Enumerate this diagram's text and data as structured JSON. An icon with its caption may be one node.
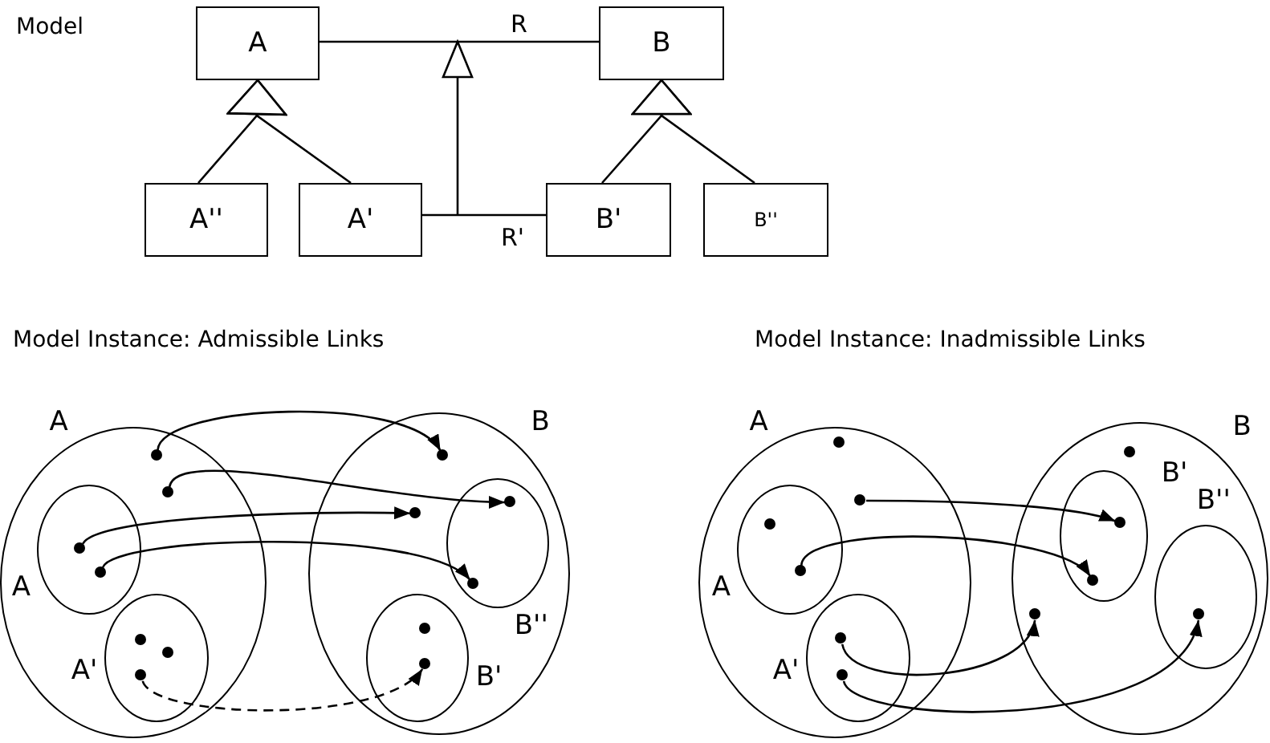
{
  "diagram": {
    "nodes": [
      {
        "text": [
          "A"
        ]
      },
      {
        "text": [
          "B"
        ]
      },
      {
        "text": [
          "A''"
        ]
      },
      {
        "text": [
          "A'"
        ]
      },
      {
        "text": [
          "B'"
        ]
      },
      {
        "text": [
          "B''"
        ]
      },
      {
        "text": [
          "A"
        ]
      },
      {
        "text": [
          "A"
        ],
        "in": 6
      },
      {
        "text": [
          "A'"
        ],
        "in": 6
      },
      {
        "text": [
          "B"
        ]
      },
      {
        "text": [
          "B''"
        ],
        "in": 9
      },
      {
        "text": [
          "B'"
        ],
        "in": 9
      },
      {
        "text": [],
        "shape": "circle",
        "in": 6
      },
      {
        "text": [],
        "shape": "circle",
        "in": 6
      },
      {
        "text": [],
        "shape": "circle",
        "in": 7
      },
      {
        "text": [],
        "shape": "circle",
        "in": 7
      },
      {
        "text": [],
        "shape": "circle",
        "in": 8
      },
      {
        "text": [],
        "shape": "circle",
        "in": 8
      },
      {
        "text": [],
        "shape": "circle",
        "in": 8
      },
      {
        "text": [],
        "shape": "circle",
        "in": 9
      },
      {
        "text": [],
        "shape": "circle",
        "in": 10
      },
      {
        "text": [],
        "shape": "circle",
        "in": 9
      },
      {
        "text": [],
        "shape": "circle",
        "in": 10
      },
      {
        "text": [],
        "shape": "circle",
        "in": 11
      },
      {
        "text": [],
        "shape": "circle",
        "in": 11
      },
      {
        "text": [
          "A"
        ]
      },
      {
        "text": [
          "A"
        ],
        "in": 25
      },
      {
        "text": [
          "A'"
        ],
        "in": 25
      },
      {
        "text": [
          "B"
        ]
      },
      {
        "text": [
          "B'"
        ],
        "in": 28
      },
      {
        "text": [
          "B''"
        ],
        "in": 28
      },
      {
        "text": [],
        "shape": "circle",
        "in": 25
      },
      {
        "text": [],
        "shape": "circle",
        "in": 25
      },
      {
        "text": [],
        "shape": "circle",
        "in": 26
      },
      {
        "text": [],
        "shape": "circle",
        "in": 26
      },
      {
        "text": [],
        "shape": "circle",
        "in": 27
      },
      {
        "text": [],
        "shape": "circle",
        "in": 27
      },
      {
        "text": [],
        "shape": "circle",
        "in": 28
      },
      {
        "text": [],
        "shape": "circle",
        "in": 29
      },
      {
        "text": [],
        "shape": "circle",
        "in": 29
      },
      {
        "text": [],
        "shape": "circle",
        "in": 28
      },
      {
        "text": [],
        "shape": "circle",
        "in": 30
      }
    ],
    "edges": [
      {
        "from": 0,
        "to": 1,
        "arrow": "none",
        "label": "R"
      },
      {
        "from": 2,
        "to": 0,
        "arrow": "to"
      },
      {
        "from": 3,
        "to": 0,
        "arrow": "to"
      },
      {
        "from": 4,
        "to": 1,
        "arrow": "to"
      },
      {
        "from": 5,
        "to": 1,
        "arrow": "to"
      },
      {
        "from": 3,
        "to": 4,
        "arrow": "none",
        "label": "R'"
      },
      {
        "from": 12,
        "to": 19,
        "arrow": "to"
      },
      {
        "from": 13,
        "to": 20,
        "arrow": "to"
      },
      {
        "from": 14,
        "to": 21,
        "arrow": "to"
      },
      {
        "from": 15,
        "to": 22,
        "arrow": "to"
      },
      {
        "from": 18,
        "to": 24,
        "arrow": "to",
        "style": "dashed"
      },
      {
        "from": 32,
        "to": 38,
        "arrow": "to"
      },
      {
        "from": 34,
        "to": 39,
        "arrow": "to"
      },
      {
        "from": 35,
        "to": 40,
        "arrow": "to"
      },
      {
        "from": 36,
        "to": 41,
        "arrow": "to"
      }
    ],
    "labels": [
      "Model",
      "Model Instance: Admissible Links",
      "Model Instance: Inadmissible Links"
    ]
  }
}
